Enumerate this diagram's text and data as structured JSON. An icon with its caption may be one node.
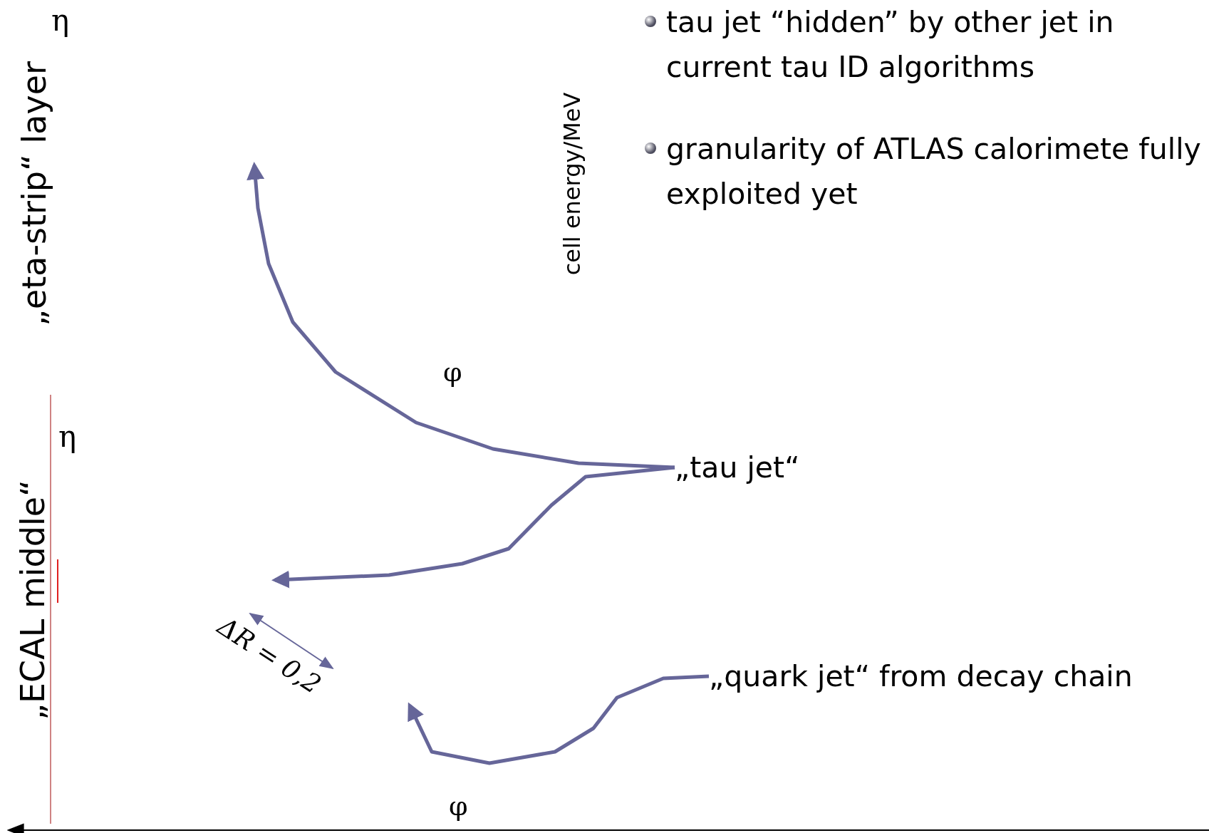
{
  "diagram": {
    "nodes": [
      {
        "text": [
          "„tau jet“"
        ]
      },
      {
        "text": [
          "„quark jet“ from decay chain"
        ]
      }
    ],
    "edges": [
      {
        "from": 0,
        "to": null,
        "arrow": "to"
      },
      {
        "from": 0,
        "to": null,
        "arrow": "to"
      },
      {
        "from": 1,
        "to": null,
        "arrow": "to"
      }
    ],
    "labels": [
      "„eta-strip“ layer",
      "η",
      "cell energy/MeV",
      "tau jet “hidden” by other jet in current tau ID algorithms",
      "granularity of ATLAS calorimete fully exploited yet",
      "φ",
      "η",
      "„ECAL middle“",
      "ΔR = 0,2",
      "φ"
    ]
  }
}
